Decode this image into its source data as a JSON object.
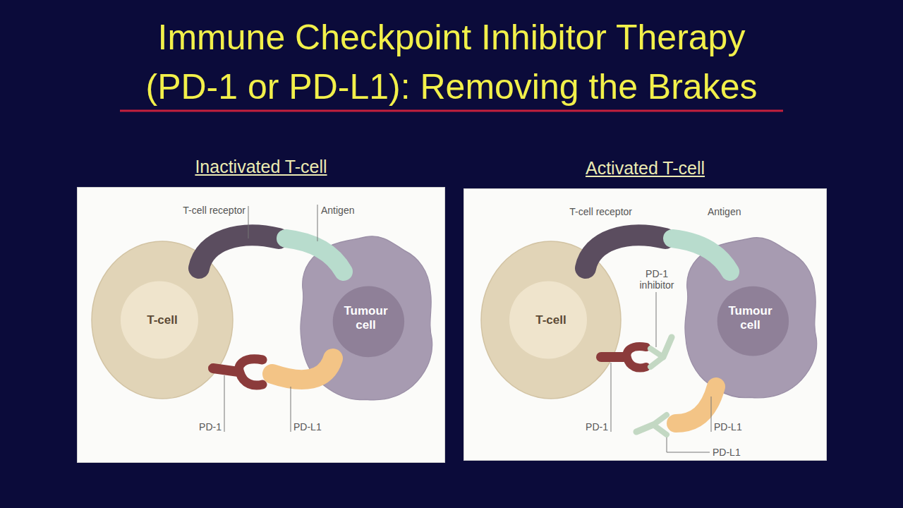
{
  "diagram": {
    "title": "Immune Checkpoint Inhibitor Therapy (PD-1 or PD-L1): Removing the Brakes",
    "nodes": [
      {
        "text": [
          "Inactivated T-cell"
        ]
      },
      {
        "text": [
          "T-cell"
        ],
        "in": 0
      },
      {
        "text": [
          "Tumour cell"
        ],
        "in": 0
      },
      {
        "text": [
          "Activated T-cell"
        ]
      },
      {
        "text": [
          "T-cell"
        ],
        "in": 3
      },
      {
        "text": [
          "Tumour cell"
        ],
        "in": 3
      }
    ],
    "labels": [
      "T-cell receptor",
      "Antigen",
      "PD-1",
      "PD-L1",
      "T-cell receptor",
      "Antigen",
      "PD-1 inhibitor",
      "PD-1",
      "PD-L1",
      "PD-L1"
    ]
  }
}
